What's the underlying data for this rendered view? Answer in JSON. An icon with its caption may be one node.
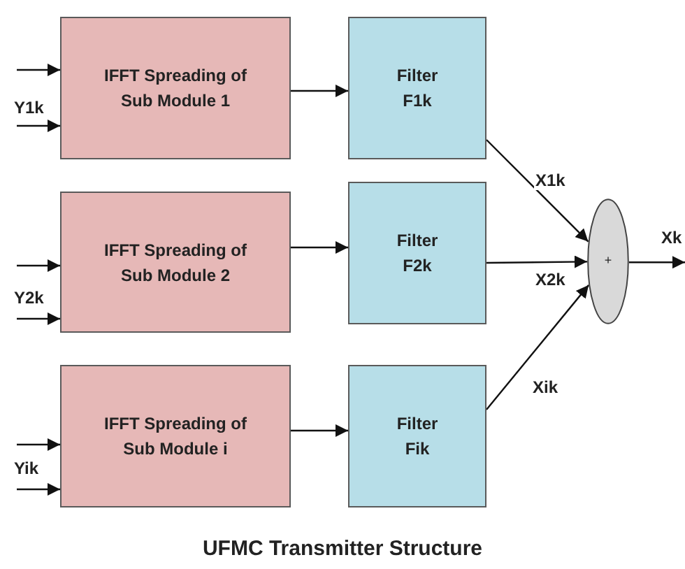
{
  "diagram": {
    "caption": "UFMC Transmitter Structure",
    "nodes": [
      {
        "text": [
          "IFFT Spreading of Sub Module 1"
        ]
      },
      {
        "text": [
          "Filter F1k"
        ]
      },
      {
        "text": [
          "IFFT Spreading of Sub Module 2"
        ]
      },
      {
        "text": [
          "Filter F2k"
        ]
      },
      {
        "text": [
          "IFFT Spreading of Sub Module i"
        ]
      },
      {
        "text": [
          "Filter Fik"
        ]
      },
      {
        "text": [
          "+"
        ]
      }
    ],
    "edges": [
      {
        "from": null,
        "to": 0,
        "arrow": "to"
      },
      {
        "from": null,
        "to": 0,
        "arrow": "to"
      },
      {
        "from": null,
        "to": 2,
        "arrow": "to"
      },
      {
        "from": null,
        "to": 2,
        "arrow": "to"
      },
      {
        "from": null,
        "to": 4,
        "arrow": "to"
      },
      {
        "from": null,
        "to": 4,
        "arrow": "to"
      },
      {
        "from": 0,
        "to": 1,
        "arrow": "to"
      },
      {
        "from": 2,
        "to": 3,
        "arrow": "to"
      },
      {
        "from": 4,
        "to": 5,
        "arrow": "to"
      },
      {
        "from": 1,
        "to": 6,
        "arrow": "to",
        "label": "X1k"
      },
      {
        "from": 3,
        "to": 6,
        "arrow": "to",
        "label": "X2k"
      },
      {
        "from": 5,
        "to": 6,
        "arrow": "to",
        "label": "Xik"
      },
      {
        "from": 6,
        "to": null,
        "arrow": "to",
        "label": "Xk"
      }
    ],
    "labels": [
      "Y1k",
      "Y2k",
      "Yik"
    ]
  }
}
